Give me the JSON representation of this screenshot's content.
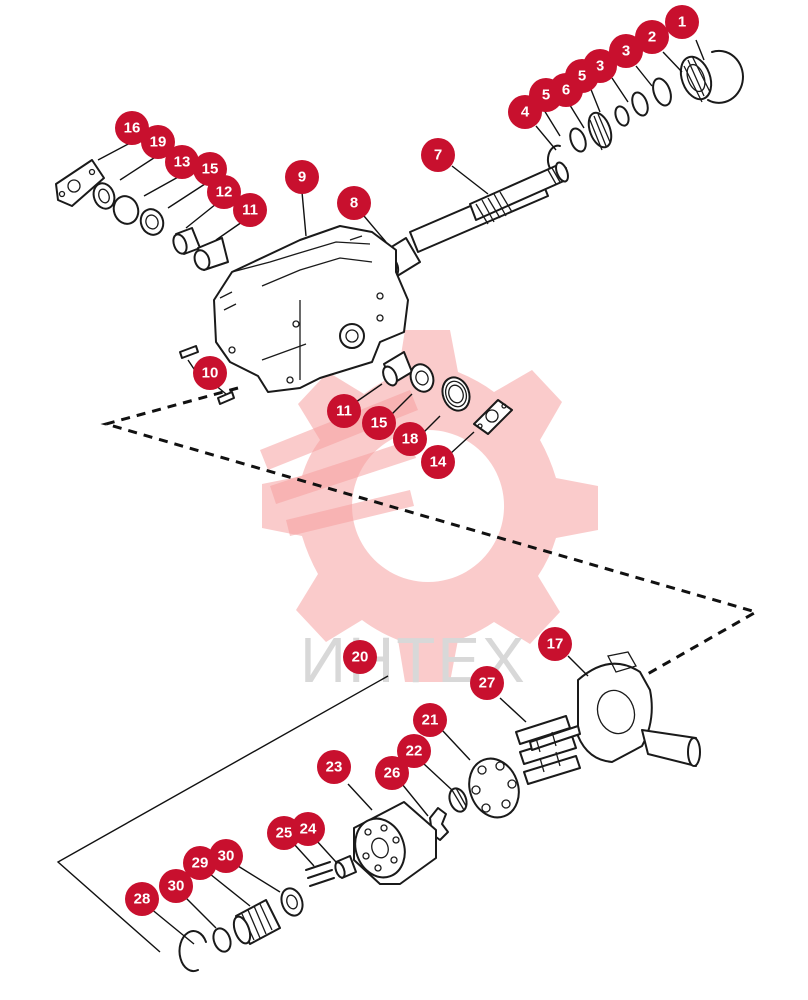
{
  "watermark": {
    "brand_text": "ИНТЕХ",
    "gear_color": "#f5a0a0",
    "text_color": "#d8d8d8"
  },
  "badge_color": "#c8102e",
  "callouts": [
    {
      "id": "c1",
      "label": "1"
    },
    {
      "id": "c2",
      "label": "2"
    },
    {
      "id": "c3",
      "label": "3"
    },
    {
      "id": "c3b",
      "label": "3"
    },
    {
      "id": "c5a",
      "label": "5"
    },
    {
      "id": "c5b",
      "label": "5"
    },
    {
      "id": "c6",
      "label": "6"
    },
    {
      "id": "c4",
      "label": "4"
    },
    {
      "id": "c7",
      "label": "7"
    },
    {
      "id": "c8",
      "label": "8"
    },
    {
      "id": "c9",
      "label": "9"
    },
    {
      "id": "c16",
      "label": "16"
    },
    {
      "id": "c19",
      "label": "19"
    },
    {
      "id": "c13",
      "label": "13"
    },
    {
      "id": "c15a",
      "label": "15"
    },
    {
      "id": "c12",
      "label": "12"
    },
    {
      "id": "c11a",
      "label": "11"
    },
    {
      "id": "c10",
      "label": "10"
    },
    {
      "id": "c11b",
      "label": "11"
    },
    {
      "id": "c15b",
      "label": "15"
    },
    {
      "id": "c18",
      "label": "18"
    },
    {
      "id": "c14",
      "label": "14"
    },
    {
      "id": "c17",
      "label": "17"
    },
    {
      "id": "c20",
      "label": "20"
    },
    {
      "id": "c27",
      "label": "27"
    },
    {
      "id": "c21",
      "label": "21"
    },
    {
      "id": "c22",
      "label": "22"
    },
    {
      "id": "c23",
      "label": "23"
    },
    {
      "id": "c26",
      "label": "26"
    },
    {
      "id": "c25",
      "label": "25"
    },
    {
      "id": "c24",
      "label": "24"
    },
    {
      "id": "c30a",
      "label": "30"
    },
    {
      "id": "c29",
      "label": "29"
    },
    {
      "id": "c30b",
      "label": "30"
    },
    {
      "id": "c28",
      "label": "28"
    }
  ]
}
